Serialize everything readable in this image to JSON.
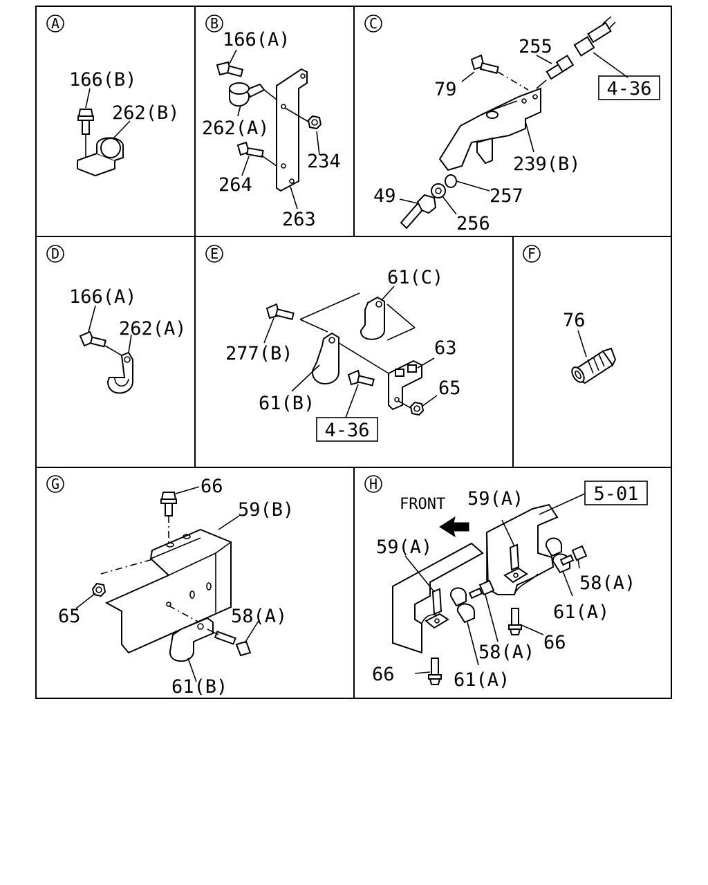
{
  "sections": [
    {
      "id": "A",
      "labels": [
        "166(B)",
        "262(B)"
      ]
    },
    {
      "id": "B",
      "labels": [
        "166(A)",
        "262(A)",
        "234",
        "264",
        "263"
      ]
    },
    {
      "id": "C",
      "labels": [
        "255",
        "79",
        "239(B)",
        "49",
        "257",
        "256"
      ],
      "refs": [
        "4-36"
      ]
    },
    {
      "id": "D",
      "labels": [
        "166(A)",
        "262(A)"
      ]
    },
    {
      "id": "E",
      "labels": [
        "61(C)",
        "277(B)",
        "63",
        "61(B)",
        "65"
      ],
      "refs": [
        "4-36"
      ]
    },
    {
      "id": "F",
      "labels": [
        "76"
      ]
    },
    {
      "id": "G",
      "labels": [
        "66",
        "59(B)",
        "65",
        "58(A)",
        "61(B)"
      ]
    },
    {
      "id": "H",
      "labels": [
        "FRONT",
        "59(A)",
        "59(A)",
        "58(A)",
        "61(A)",
        "66",
        "58(A)",
        "61(A)",
        "66"
      ],
      "refs": [
        "5-01"
      ]
    }
  ]
}
